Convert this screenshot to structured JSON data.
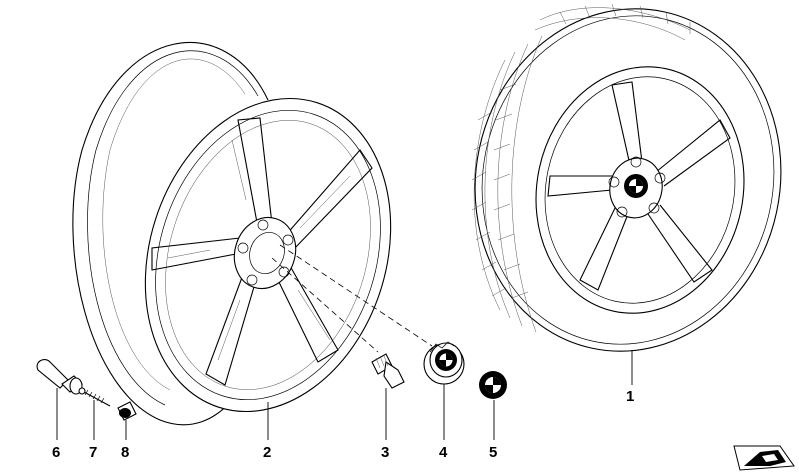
{
  "diagram": {
    "callouts": [
      {
        "id": "wheel-assembly",
        "label": "1"
      },
      {
        "id": "alloy-rim",
        "label": "2"
      },
      {
        "id": "wheel-bolt",
        "label": "3"
      },
      {
        "id": "hub-cap",
        "label": "4"
      },
      {
        "id": "emblem",
        "label": "5"
      },
      {
        "id": "valve",
        "label": "6"
      },
      {
        "id": "valve-insert",
        "label": "7"
      },
      {
        "id": "valve-cap",
        "label": "8"
      }
    ]
  }
}
